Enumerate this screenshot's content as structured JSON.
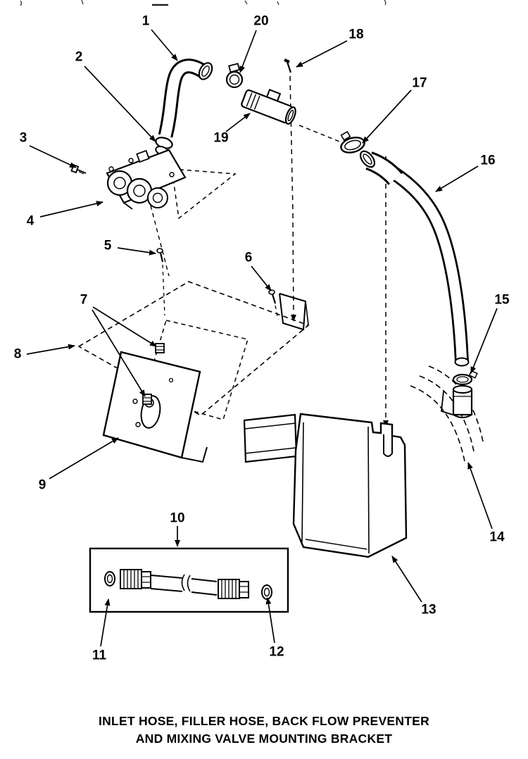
{
  "page": {
    "background_color": "#ffffff",
    "ink_color": "#000000",
    "type": "exploded-parts-diagram"
  },
  "caption": {
    "line1": "INLET HOSE, FILLER HOSE, BACK FLOW PREVENTER",
    "line2": "AND MIXING VALVE MOUNTING BRACKET"
  },
  "callouts": [
    "1",
    "2",
    "3",
    "4",
    "5",
    "6",
    "7",
    "8",
    "9",
    "10",
    "11",
    "12",
    "13",
    "14",
    "15",
    "16",
    "17",
    "18",
    "19",
    "20"
  ]
}
